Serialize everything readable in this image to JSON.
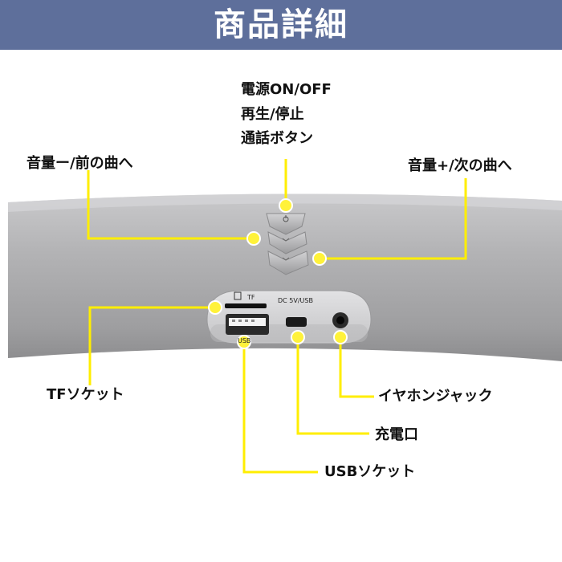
{
  "title": "商品詳細",
  "device": {
    "port_labels": {
      "tf": "TF",
      "dc": "DC 5V/USB",
      "usb": "USB"
    }
  },
  "callouts": {
    "power": [
      "電源ON/OFF",
      "再生/停止",
      "通話ボタン"
    ],
    "vol_down": "音量ー/前の曲へ",
    "vol_up": "音量+/次の曲へ",
    "tf_socket": "TFソケット",
    "earphone_jack": "イヤホンジャック",
    "charge_port": "充電口",
    "usb_socket": "USBソケット"
  },
  "colors": {
    "banner": "#5e6f9b",
    "leader": "#ffee00",
    "device_body": "#a9a9ab"
  },
  "icons": [
    "power-icon",
    "volume-down-chevron-icon",
    "volume-up-chevron-icon"
  ]
}
